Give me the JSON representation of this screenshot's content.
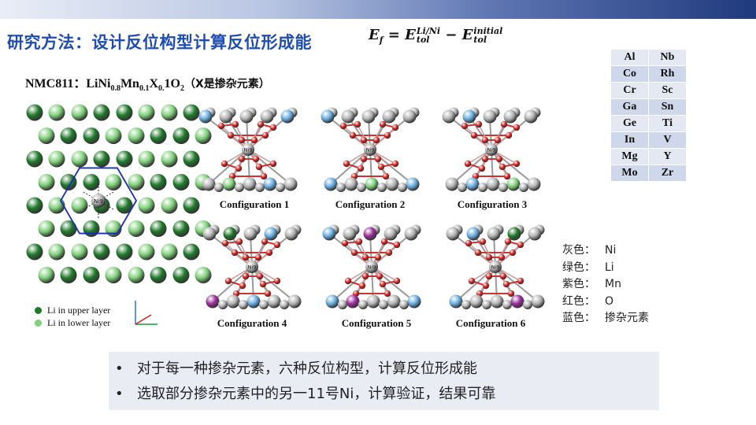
{
  "slide": {
    "title": "研究方法：设计反位构型计算反位形成能",
    "formula": {
      "E": "E",
      "f": "f",
      "tol": "tol",
      "sup1": "Li/Ni",
      "sup2": "initial",
      "minus": "−",
      "eq": "="
    },
    "nmc": {
      "prefix": "NMC811：LiNi",
      "ni_sub": "0.8",
      "mn": "Mn",
      "mn_sub": "0.1",
      "x": "X",
      "x_sub": "0.",
      "one": "1O",
      "o_sub": "2",
      "note": "（X是掺杂元素）"
    },
    "dopant_table": [
      [
        "Al",
        "Nb"
      ],
      [
        "Co",
        "Rh"
      ],
      [
        "Cr",
        "Sc"
      ],
      [
        "Ga",
        "Sn"
      ],
      [
        "Ge",
        "Ti"
      ],
      [
        "In",
        "V"
      ],
      [
        "Mg",
        "Y"
      ],
      [
        "Mo",
        "Zr"
      ]
    ],
    "color_legend": [
      {
        "color_label": "灰色：",
        "element": "Ni"
      },
      {
        "color_label": "绿色：",
        "element": "Li"
      },
      {
        "color_label": "紫色：",
        "element": "Mn"
      },
      {
        "color_label": "红色：",
        "element": "O"
      },
      {
        "color_label": "蓝色：",
        "element": "掺杂元素"
      }
    ],
    "configurations": [
      "Configuration 1",
      "Configuration 2",
      "Configuration 3",
      "Configuration 4",
      "Configuration 5",
      "Configuration 6"
    ],
    "center_atom_label": "Ni9",
    "li_legend": {
      "upper": "Li in upper layer",
      "lower": "Li in lower layer"
    },
    "bullets": [
      "对于每一种掺杂元素，六种反位构型，计算反位形成能",
      "选取部分掺杂元素中的另一11号Ni，计算验证，结果可靠"
    ],
    "bullet_symbol": "•",
    "colors": {
      "title_blue": "#1f4db0",
      "li_dark": "#1f7a2a",
      "li_light": "#7fd07a",
      "ni_gray": "#b3b3b3",
      "mn_purple": "#9b2d9b",
      "o_red": "#d8201c",
      "dopant_blue": "#6aaee0",
      "hex_blue": "#1a2fb0"
    }
  }
}
